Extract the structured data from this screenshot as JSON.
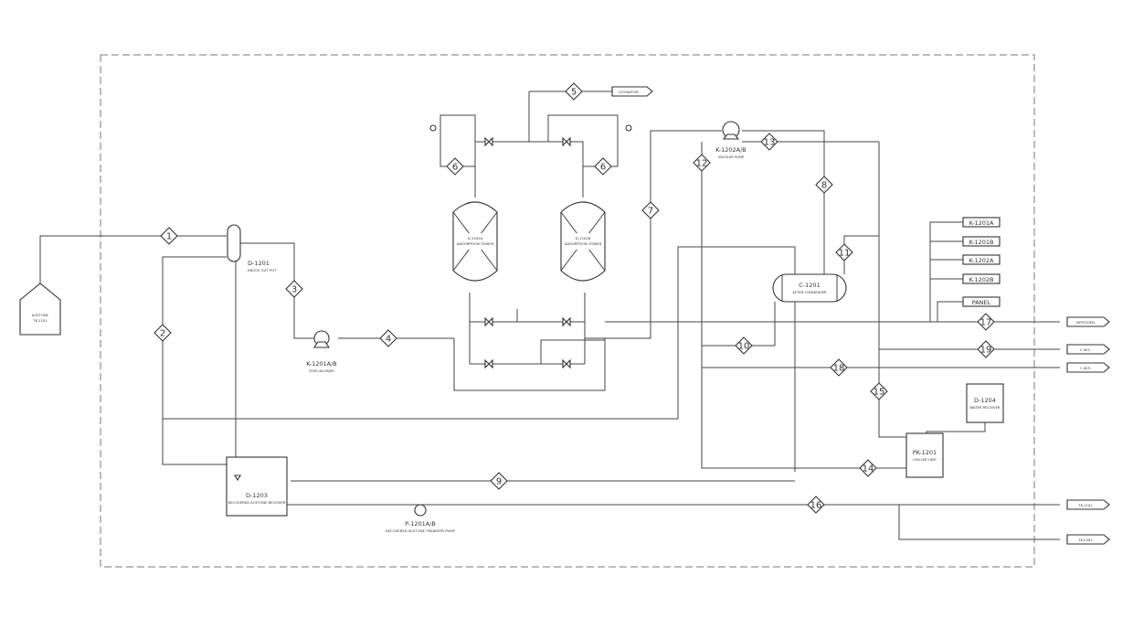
{
  "equipment": {
    "tank_acetone": {
      "tag": "ACETONE",
      "sub": "TK-1101"
    },
    "knock_out_pot": {
      "tag": "D-1201",
      "desc": "KNOCK OUT POT"
    },
    "feed_blower": {
      "tag": "K-1201A/B",
      "desc": "FEED BLOWER"
    },
    "adsorption_a": {
      "tag": "D-1202A",
      "desc": "ADSORPTION TOWER"
    },
    "adsorption_b": {
      "tag": "D-1202B",
      "desc": "ADSORPTION TOWER"
    },
    "vacuum_pump": {
      "tag": "K-1202A/B",
      "desc": "VACUUM PUMP"
    },
    "condenser": {
      "tag": "C-1201",
      "desc": "AFTER CONDENSER"
    },
    "recovered_receiver": {
      "tag": "D-1203",
      "desc": "RECOVERED ACETONE RECEIVER"
    },
    "transfer_pump": {
      "tag": "P-1201A/B",
      "desc": "RECOVERED ACETONE TRANSFER PUMP"
    },
    "chiller": {
      "tag": "PK-1201",
      "desc": "CHILLER UNIT"
    },
    "water_receiver": {
      "tag": "D-1204",
      "desc": "WATER RECEIVER"
    }
  },
  "header_tags": [
    "K-1201A",
    "K-1201B",
    "K-1202A",
    "K-1202B",
    "PANEL"
  ],
  "streams": [
    "1",
    "2",
    "3",
    "4",
    "5",
    "6",
    "6",
    "7",
    "8",
    "9",
    "10",
    "11",
    "12",
    "13",
    "14",
    "15",
    "16",
    "17",
    "18",
    "19"
  ],
  "offpage": {
    "vent": "OZONATOR",
    "nitrogen": "NITROGEN",
    "cw_supply": "C.W.S.",
    "cw_return": "C.W.R.",
    "out1": "TK-1101",
    "out2": "TK-2301"
  }
}
